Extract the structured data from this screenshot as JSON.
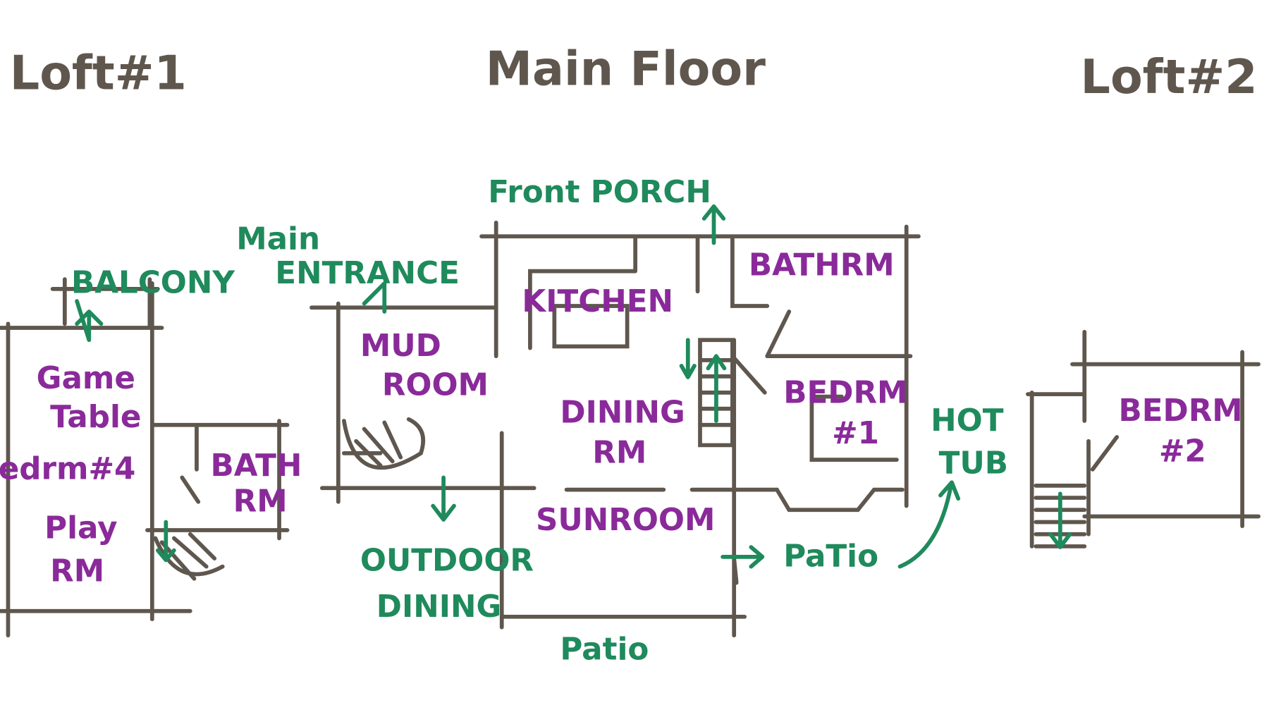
{
  "titles": {
    "loft1": "Loft#1",
    "main": "Main Floor",
    "loft2": "Loft#2"
  },
  "colors": {
    "walls": "#5f574e",
    "outdoor_labels": "#1f8a5c",
    "room_labels": "#8a2a9a"
  },
  "loft1": {
    "balcony": "BALCONY",
    "game_table": [
      "Game",
      "Table"
    ],
    "bedrm4": "edrm#4",
    "bath_rm": [
      "BATH",
      "RM"
    ],
    "play_rm": [
      "Play",
      "RM"
    ]
  },
  "main": {
    "front_porch": "Front PORCH",
    "main_entrance": [
      "Main",
      "ENTRANCE"
    ],
    "kitchen": "KITCHEN",
    "bathrm": "BATHRM",
    "mud_room": [
      "MUD",
      "ROOM"
    ],
    "dining_rm": [
      "DINING",
      "RM"
    ],
    "bedrm1": [
      "BEDRM",
      "#1"
    ],
    "hot_tub": [
      "HOT",
      "TUB"
    ],
    "sunroom": "SUNROOM",
    "outdoor_dining": [
      "OUTDOOR",
      "DINING"
    ],
    "patio_side": "PaTio",
    "patio_bottom": "Patio"
  },
  "loft2": {
    "bedrm2": [
      "BEDRM",
      "#2"
    ]
  }
}
